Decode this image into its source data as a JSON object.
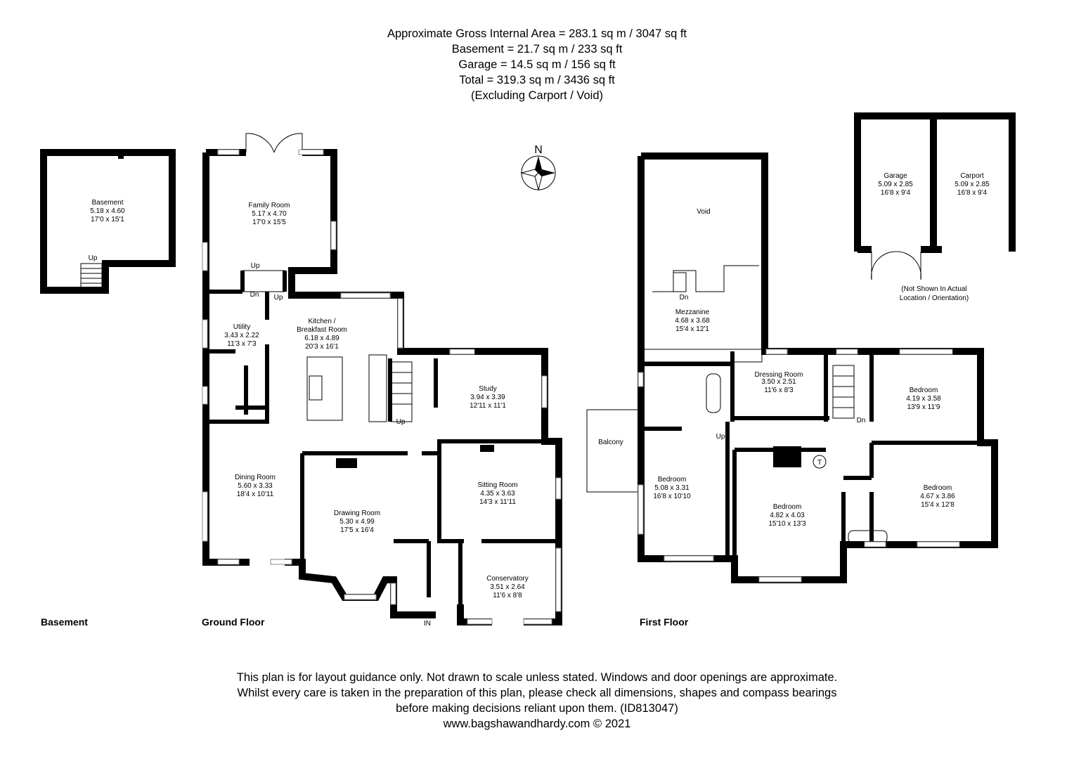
{
  "header": {
    "lines": [
      "Approximate Gross Internal Area = 283.1 sq m / 3047 sq ft",
      "Basement = 21.7 sq m / 233 sq ft",
      "Garage = 14.5 sq m / 156 sq ft",
      "Total = 319.3 sq m / 3436 sq ft",
      "(Excluding Carport / Void)"
    ]
  },
  "compass": {
    "label": "N"
  },
  "floors": {
    "basement": "Basement",
    "ground": "Ground Floor",
    "first": "First Floor"
  },
  "rooms": {
    "basement": {
      "name": "Basement",
      "metric": "5.18 x 4.60",
      "imperial": "17'0 x 15'1"
    },
    "family": {
      "name": "Family Room",
      "metric": "5.17 x 4.70",
      "imperial": "17'0 x 15'5"
    },
    "utility": {
      "name": "Utility",
      "metric": "3.43 x 2.22",
      "imperial": "11'3 x 7'3"
    },
    "kitchen": {
      "name1": "Kitchen /",
      "name2": "Breakfast Room",
      "metric": "6.18 x 4.89",
      "imperial": "20'3 x 16'1"
    },
    "study": {
      "name": "Study",
      "metric": "3.94 x 3.39",
      "imperial": "12'11 x 11'1"
    },
    "dining": {
      "name": "Dining Room",
      "metric": "5.60 x 3.33",
      "imperial": "18'4 x 10'11"
    },
    "drawing": {
      "name": "Drawing Room",
      "metric": "5.30 x 4.99",
      "imperial": "17'5 x 16'4"
    },
    "sitting": {
      "name": "Sitting Room",
      "metric": "4.35 x 3.63",
      "imperial": "14'3 x 11'11"
    },
    "conservatory": {
      "name": "Conservatory",
      "metric": "3.51 x 2.64",
      "imperial": "11'6 x 8'8"
    },
    "void": {
      "name": "Void"
    },
    "mezzanine": {
      "name": "Mezzanine",
      "metric": "4.68 x 3.68",
      "imperial": "15'4 x 12'1"
    },
    "dressing": {
      "name": "Dressing Room",
      "metric": "3.50 x 2.51",
      "imperial": "11'6 x 8'3"
    },
    "bed1": {
      "name": "Bedroom",
      "metric": "4.19 x 3.58",
      "imperial": "13'9 x 11'9"
    },
    "bed2": {
      "name": "Bedroom",
      "metric": "5.08 x 3.31",
      "imperial": "16'8 x 10'10"
    },
    "bed3": {
      "name": "Bedroom",
      "metric": "4.82 x 4.03",
      "imperial": "15'10 x 13'3"
    },
    "bed4": {
      "name": "Bedroom",
      "metric": "4.67 x 3.86",
      "imperial": "15'4 x 12'8"
    },
    "balcony": {
      "name": "Balcony"
    },
    "garage": {
      "name": "Garage",
      "metric": "5.09 x 2.85",
      "imperial": "16'8 x 9'4"
    },
    "carport": {
      "name": "Carport",
      "metric": "5.09 x 2.85",
      "imperial": "16'8 x 9'4"
    }
  },
  "labels": {
    "up": "Up",
    "dn": "Dn",
    "in": "IN",
    "tank": "T",
    "garage_note1": "(Not Shown In Actual",
    "garage_note2": "Location / Orientation)"
  },
  "footer": {
    "lines": [
      "This plan is for layout guidance only. Not drawn to scale unless stated. Windows and door openings are approximate.",
      "Whilst every care is taken in the preparation of this plan, please check all dimensions, shapes and compass bearings",
      "before making decisions reliant upon them. (ID813047)"
    ],
    "website": "www.bagshawandhardy.com",
    "copyright": "© 2021"
  }
}
